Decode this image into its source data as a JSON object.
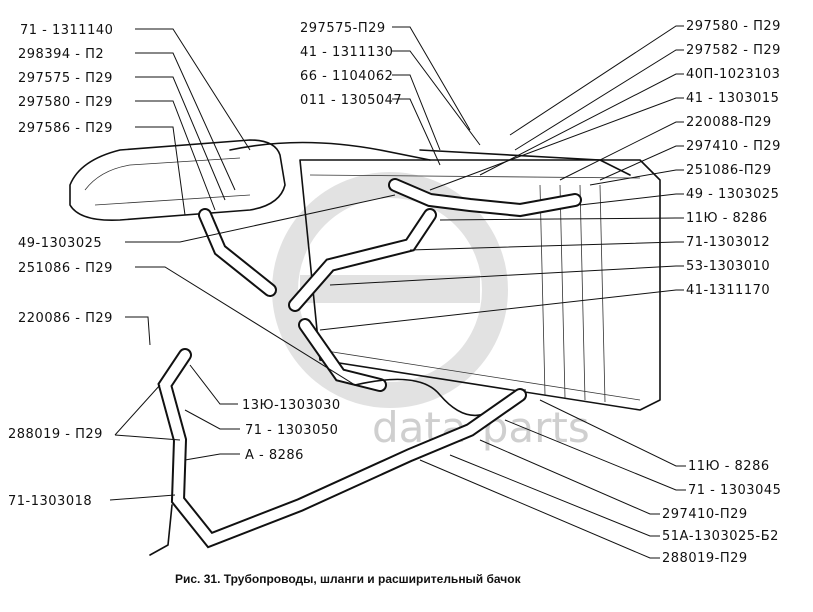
{
  "figure": {
    "caption": "Рис. 31. Трубопроводы, шланги и расширительный бачок",
    "watermark": "data-parts"
  },
  "labels": {
    "left": [
      "71 - 1311140",
      "298394 - П2",
      "297575 - П29",
      "297580 - П29",
      "297586 - П29",
      "49-1303025",
      "251086 - П29",
      "220086 - П29",
      "288019 - П29",
      "71-1303018"
    ],
    "top_middle": [
      "297575-П29",
      "41 - 1311130",
      "66 - 1104062",
      "011 - 1305047"
    ],
    "bottom_middle": [
      "13Ю-1303030",
      "71 - 1303050",
      "А - 8286"
    ],
    "right": [
      "297580 - П29",
      "297582 - П29",
      "40П-1023103",
      "41 - 1303015",
      "220088-П29",
      "297410 - П29",
      "251086-П29",
      "49 - 1303025",
      "11Ю - 8286",
      "71-1303012",
      "53-1303010",
      "41-1311170"
    ],
    "bottom_right": [
      "11Ю - 8286",
      "71 - 1303045",
      "297410-П29",
      "51А-1303025-Б2",
      "288019-П29"
    ]
  }
}
